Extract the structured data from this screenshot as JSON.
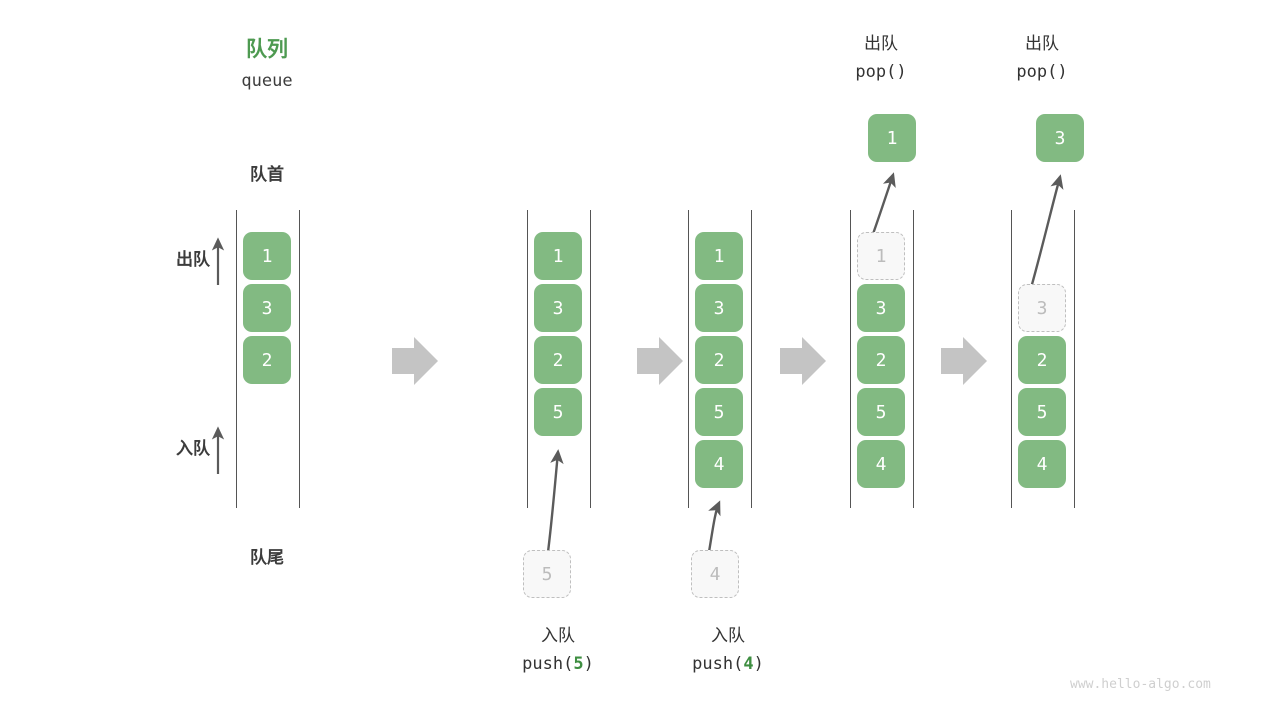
{
  "diagram": {
    "title_cn": "队列",
    "title_en": "queue",
    "front_label": "队首",
    "rear_label": "队尾",
    "dequeue_dir_label": "出队",
    "enqueue_dir_label": "入队",
    "watermark": "www.hello-algo.com",
    "accent_green": "#4E9A51",
    "box_green": "#82BA82",
    "ghost_grey": "#BCBCBC",
    "arrow_grey": "#C4C4C4",
    "rail_grey": "#555555"
  },
  "columns": [
    {
      "id": "initial",
      "caption_cn": "",
      "caption_code_prefix": "",
      "caption_code_arg": "",
      "caption_code_suffix": "",
      "items": [
        "1",
        "3",
        "2"
      ],
      "ghost_index": -1,
      "incoming_value": "",
      "popped_value": ""
    },
    {
      "id": "push-5",
      "caption_cn": "入队",
      "caption_code_prefix": "push(",
      "caption_code_arg": "5",
      "caption_code_suffix": ")",
      "items": [
        "1",
        "3",
        "2",
        "5"
      ],
      "ghost_index": -1,
      "incoming_value": "5",
      "popped_value": ""
    },
    {
      "id": "push-4",
      "caption_cn": "入队",
      "caption_code_prefix": "push(",
      "caption_code_arg": "4",
      "caption_code_suffix": ")",
      "items": [
        "1",
        "3",
        "2",
        "5",
        "4"
      ],
      "ghost_index": -1,
      "incoming_value": "4",
      "popped_value": ""
    },
    {
      "id": "pop-1",
      "caption_cn": "出队",
      "caption_code_prefix": "pop(",
      "caption_code_arg": "",
      "caption_code_suffix": ")",
      "items": [
        "1",
        "3",
        "2",
        "5",
        "4"
      ],
      "ghost_index": 0,
      "incoming_value": "",
      "popped_value": "1"
    },
    {
      "id": "pop-3",
      "caption_cn": "出队",
      "caption_code_prefix": "pop(",
      "caption_code_arg": "",
      "caption_code_suffix": ")",
      "items": [
        "3",
        "2",
        "5",
        "4"
      ],
      "ghost_index": 0,
      "incoming_value": "",
      "popped_value": "3"
    }
  ],
  "transitions": [
    {
      "name": "step-arrow-1"
    },
    {
      "name": "step-arrow-2"
    },
    {
      "name": "step-arrow-3"
    },
    {
      "name": "step-arrow-4"
    }
  ]
}
